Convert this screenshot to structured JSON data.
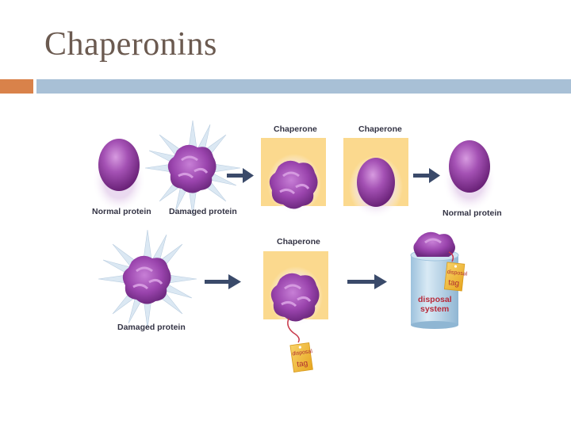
{
  "slide": {
    "title": "Chaperonins"
  },
  "labels": {
    "normal_protein": "Normal protein",
    "damaged_protein": "Damaged protein",
    "chaperone": "Chaperone",
    "disposal_tag_small": "disposal",
    "tag": "tag",
    "disposal": "disposal",
    "system": "system"
  },
  "colors": {
    "title": "#6b5a50",
    "accent_bar": "#d9824a",
    "main_bar": "#a8c0d6",
    "chaperone_box": "#fbd98e",
    "protein": "#8e3fa0",
    "arrow": "#3a4a6a",
    "tag": "#f2b830",
    "bin": "#b9d6ea"
  },
  "icons": [
    "normal-protein-icon",
    "damaged-protein-icon",
    "chaperone-box",
    "arrow-right-icon",
    "disposal-tag-icon",
    "disposal-bin-icon"
  ]
}
